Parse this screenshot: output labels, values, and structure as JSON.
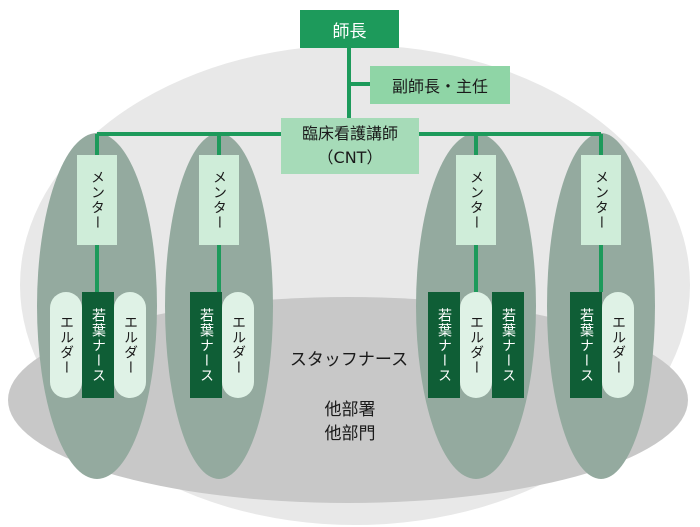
{
  "org": {
    "head": "師長",
    "deputy": "副師長・主任",
    "cnt": {
      "line1": "臨床看護講師",
      "line2": "（CNT）"
    }
  },
  "groups": {
    "mentor": "メンター",
    "young": "若葉ナース",
    "elder": "エルダー"
  },
  "staff_label": "スタッフナース",
  "other": {
    "line1": "他部署",
    "line2": "他部門"
  },
  "colors": {
    "head": "#1d9a5b",
    "connector": "#1d9a5b",
    "deputy": "#8fd5a6",
    "cnt": "#a6dbb8",
    "mentor": "#cfedd9",
    "young": "#0f5e36",
    "elder": "#dff2e6",
    "team_ellipse": "#94aa9f",
    "outer_ellipse": "#e8e8e8",
    "inner_ellipse": "#c8c8c8"
  }
}
